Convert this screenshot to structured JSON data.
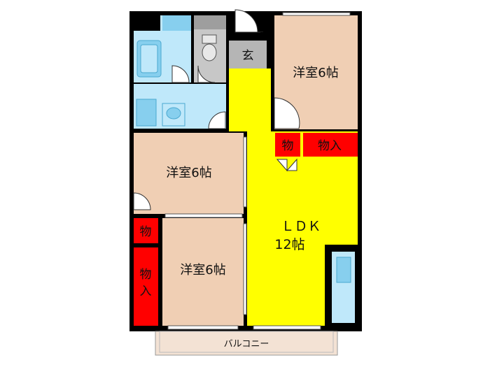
{
  "colors": {
    "wall": "#000000",
    "western_room": "#f0cfb4",
    "ldk": "#ffff00",
    "entrance": "#b5b5b5",
    "storage": "#ff0000",
    "wet_area": "#bfe8fa",
    "bath_fixture": "#87cfee",
    "toilet_area": "#c7c7c7",
    "balcony": "#f3e2d4",
    "door": "#ffffff",
    "text": "#111111"
  },
  "rooms": {
    "entrance": {
      "label": "玄"
    },
    "western_room_ne": {
      "label": "洋室6帖"
    },
    "western_room_w": {
      "label": "洋室6帖"
    },
    "western_room_sw": {
      "label": "洋室6帖"
    },
    "storage_small_ne": {
      "label": "物"
    },
    "storage_ne": {
      "label": "物入"
    },
    "storage_small_w": {
      "label": "物"
    },
    "storage_w_line1": {
      "label": "物"
    },
    "storage_w_line2": {
      "label": "入"
    },
    "ldk_line1": {
      "label": "ＬＤＫ"
    },
    "ldk_line2": {
      "label": "12帖"
    },
    "balcony": {
      "label": "バルコニー"
    }
  }
}
